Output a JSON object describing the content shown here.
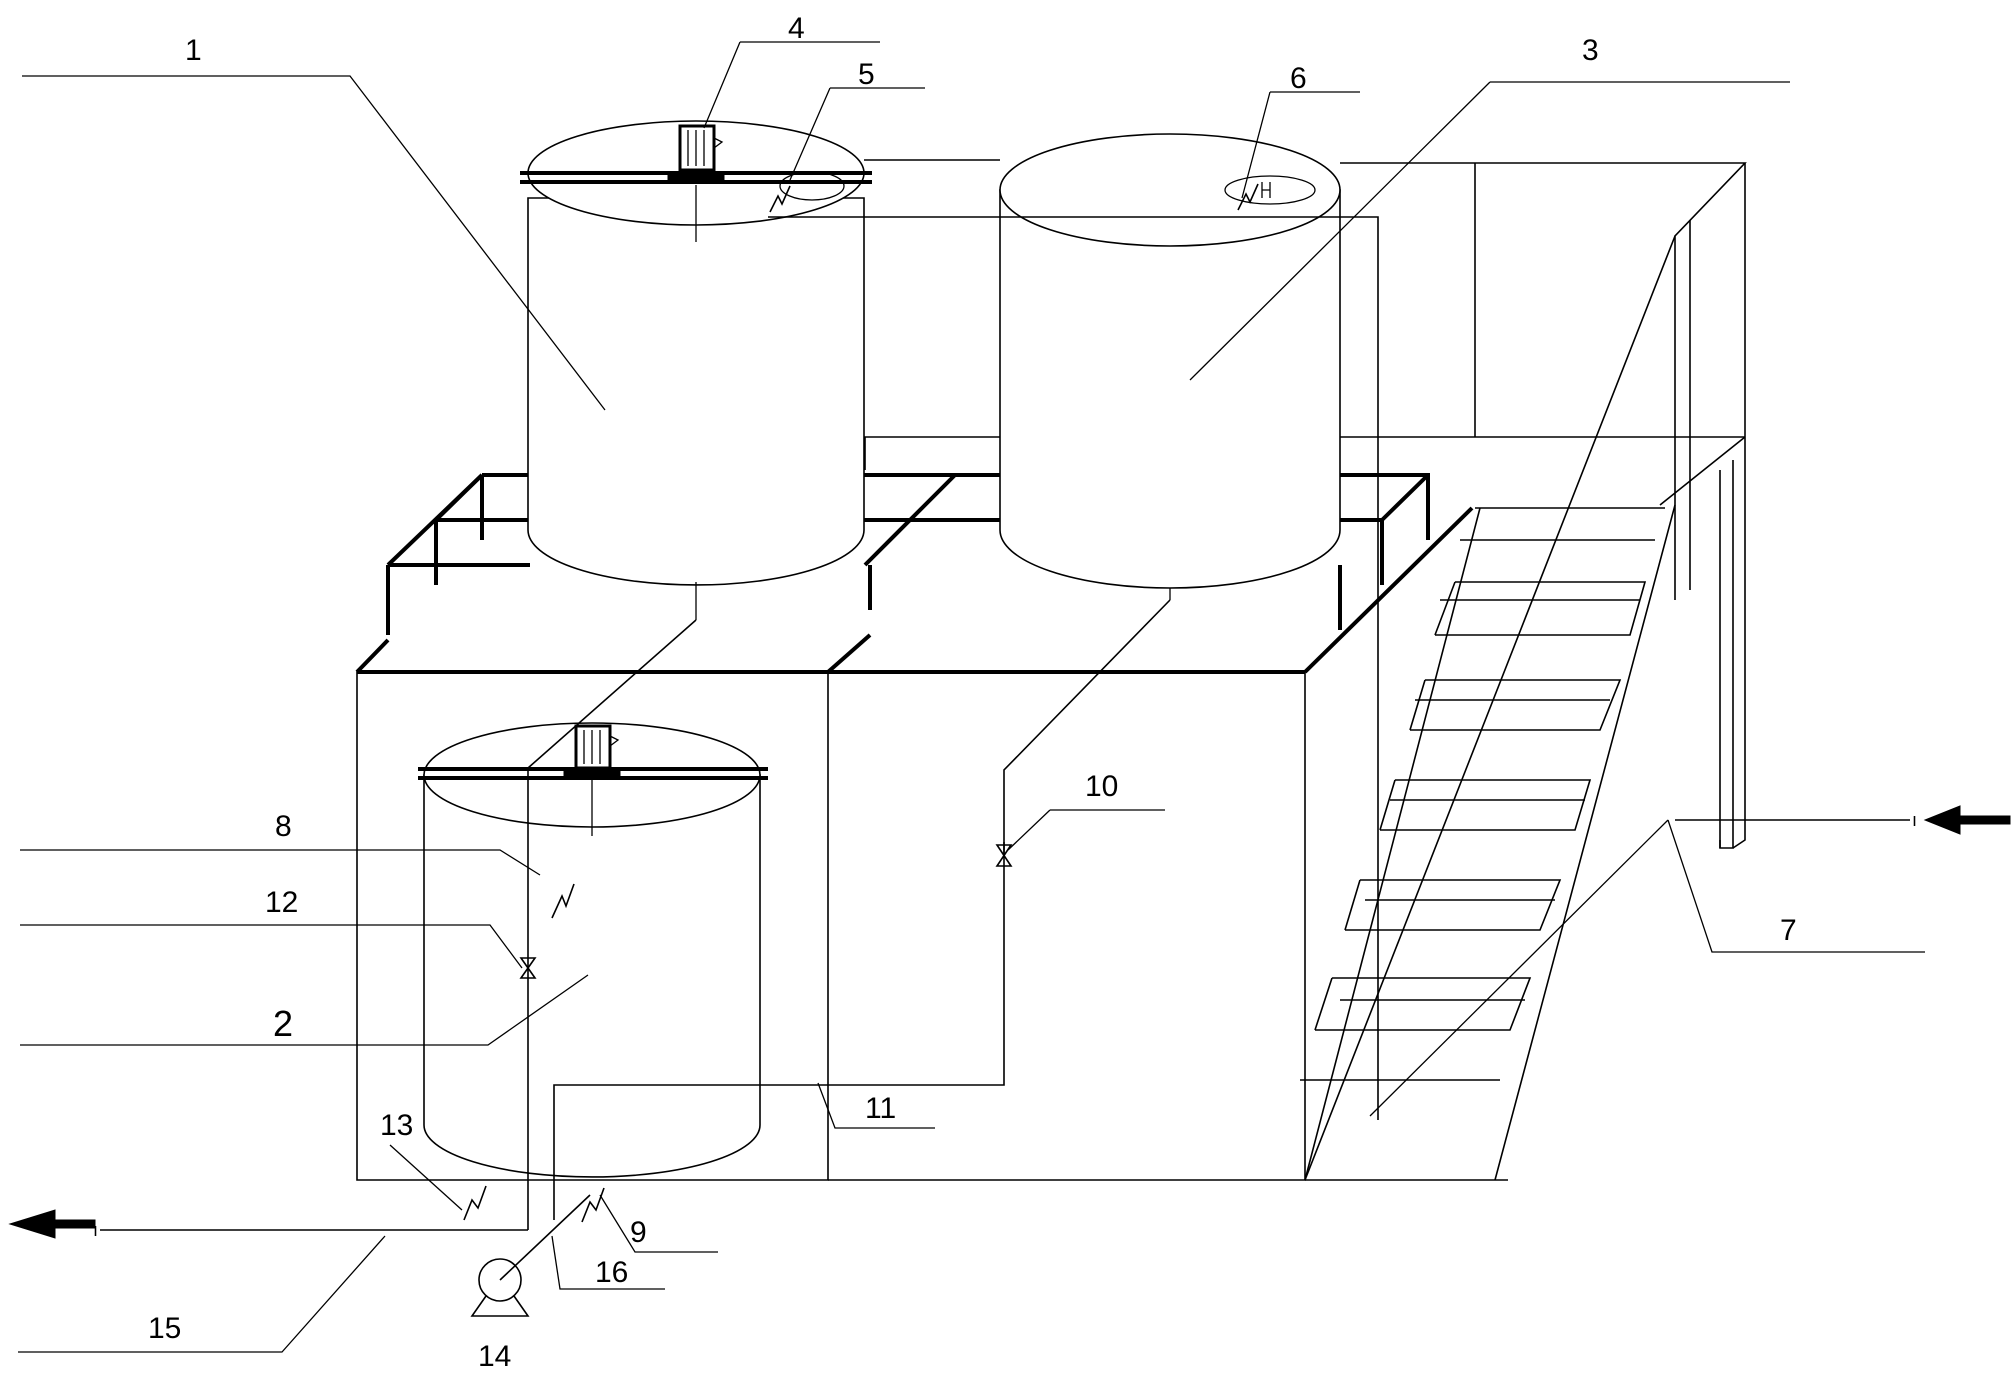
{
  "callouts": [
    {
      "id": "1",
      "text": "1"
    },
    {
      "id": "2",
      "text": "2"
    },
    {
      "id": "3",
      "text": "3"
    },
    {
      "id": "4",
      "text": "4"
    },
    {
      "id": "5",
      "text": "5"
    },
    {
      "id": "6",
      "text": "6"
    },
    {
      "id": "7",
      "text": "7"
    },
    {
      "id": "8",
      "text": "8"
    },
    {
      "id": "9",
      "text": "9"
    },
    {
      "id": "10",
      "text": "10"
    },
    {
      "id": "11",
      "text": "11"
    },
    {
      "id": "12",
      "text": "12"
    },
    {
      "id": "13",
      "text": "13"
    },
    {
      "id": "14",
      "text": "14"
    },
    {
      "id": "15",
      "text": "15"
    },
    {
      "id": "16",
      "text": "16"
    }
  ],
  "flow_marks": {
    "inlet": "ı",
    "outlet": "ı"
  }
}
